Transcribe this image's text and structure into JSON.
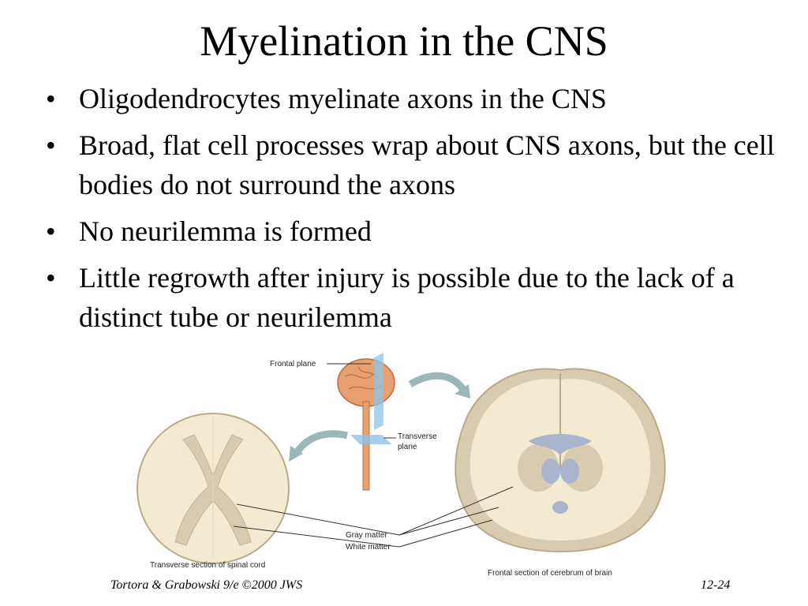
{
  "slide": {
    "title": "Myelination in the CNS",
    "bullets": [
      "Oligodendrocytes myelinate axons in the CNS",
      "Broad, flat cell processes wrap about CNS axons, but the cell bodies do not surround the axons",
      "No neurilemma is formed",
      "Little regrowth after injury is possible due to the lack of a distinct tube or neurilemma"
    ],
    "bullet_glyph": "•"
  },
  "figure": {
    "labels": {
      "frontal_plane": "Frontal plane",
      "transverse_plane_1": "Transverse",
      "transverse_plane_2": "plane",
      "gray_matter": "Gray matter",
      "white_matter": "White matter",
      "spinal_caption": "Transverse section of spinal cord",
      "brain_caption": "Frontal section of cerebrum of brain"
    },
    "colors": {
      "white_matter": "#f3ead2",
      "gray_matter": "#d8ccb0",
      "ventricle": "#aab4cc",
      "brain_model": "#e8a070",
      "plane": "#8fc3e8",
      "arrow": "#9cb7b7"
    }
  },
  "footer": {
    "left": "Tortora & Grabowski 9/e ©2000 JWS",
    "right": "12-24"
  }
}
